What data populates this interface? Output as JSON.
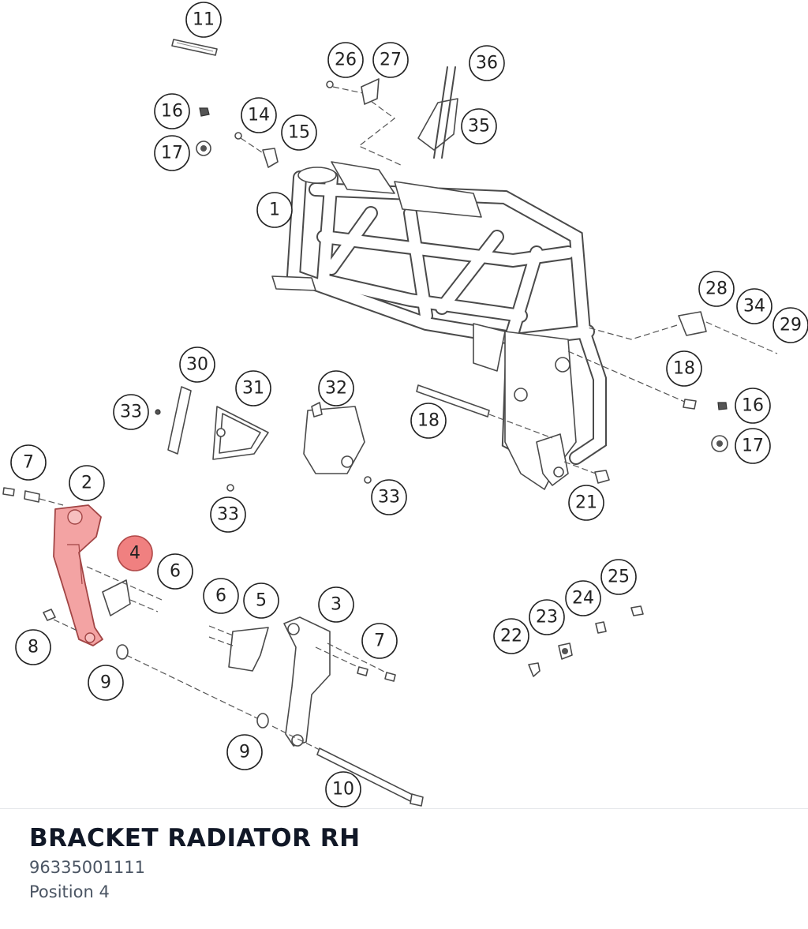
{
  "part": {
    "title": "BRACKET RADIATOR RH",
    "number": "96335001111",
    "position": "Position 4"
  },
  "diagram": {
    "highlight_color": "#f08080",
    "callouts": [
      "11",
      "26",
      "27",
      "36",
      "16",
      "17",
      "14",
      "15",
      "35",
      "1",
      "28",
      "34",
      "29",
      "18",
      "16",
      "17",
      "30",
      "31",
      "32",
      "33",
      "18",
      "33",
      "33",
      "7",
      "2",
      "4",
      "6",
      "21",
      "25",
      "6",
      "5",
      "3",
      "24",
      "23",
      "22",
      "7",
      "8",
      "9",
      "9",
      "10"
    ]
  }
}
